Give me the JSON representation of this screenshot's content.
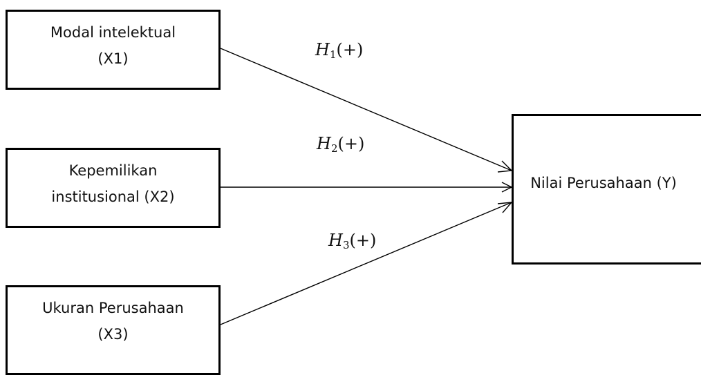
{
  "nodes": {
    "x1": {
      "line1": "Modal intelektual",
      "line2": "(X1)"
    },
    "x2": {
      "line1": "Kepemilikan",
      "line2": "institusional (X2)"
    },
    "x3": {
      "line1": "Ukuran Perusahaan",
      "line2": "(X3)"
    },
    "y": {
      "label": "Nilai Perusahaan (Y)"
    }
  },
  "hypotheses": {
    "h1": {
      "symbol": "H",
      "index": "1",
      "sign": "(+)"
    },
    "h2": {
      "symbol": "H",
      "index": "2",
      "sign": "(+)"
    },
    "h3": {
      "symbol": "H",
      "index": "3",
      "sign": "(+)"
    }
  },
  "edges": [
    {
      "from": "x1",
      "to": "y",
      "hypothesis": "h1"
    },
    {
      "from": "x2",
      "to": "y",
      "hypothesis": "h2"
    },
    {
      "from": "x3",
      "to": "y",
      "hypothesis": "h3"
    }
  ]
}
